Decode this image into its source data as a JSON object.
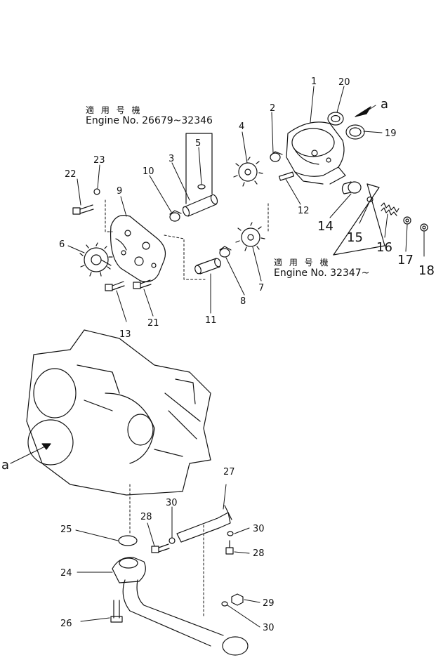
{
  "notes": {
    "early": {
      "jp": "適 用 号 機",
      "en": "Engine No. 26679~32346"
    },
    "late": {
      "jp": "適 用 号 機",
      "en": "Engine No. 32347~"
    }
  },
  "callouts": {
    "c1": "1",
    "c2": "2",
    "c3": "3",
    "c4": "4",
    "c5": "5",
    "c6": "6",
    "c7": "7",
    "c8": "8",
    "c9": "9",
    "c10": "10",
    "c11": "11",
    "c12": "12",
    "c13": "13",
    "c14": "14",
    "c15": "15",
    "c16": "16",
    "c17": "17",
    "c18": "18",
    "c19": "19",
    "c20": "20",
    "c21": "21",
    "c22": "22",
    "c23": "23",
    "c24": "24",
    "c25": "25",
    "c26": "26",
    "c27": "27",
    "c28a": "28",
    "c28b": "28",
    "c29": "29",
    "c30a": "30",
    "c30b": "30",
    "c30c": "30",
    "a_top": "a",
    "a_left": "a"
  }
}
